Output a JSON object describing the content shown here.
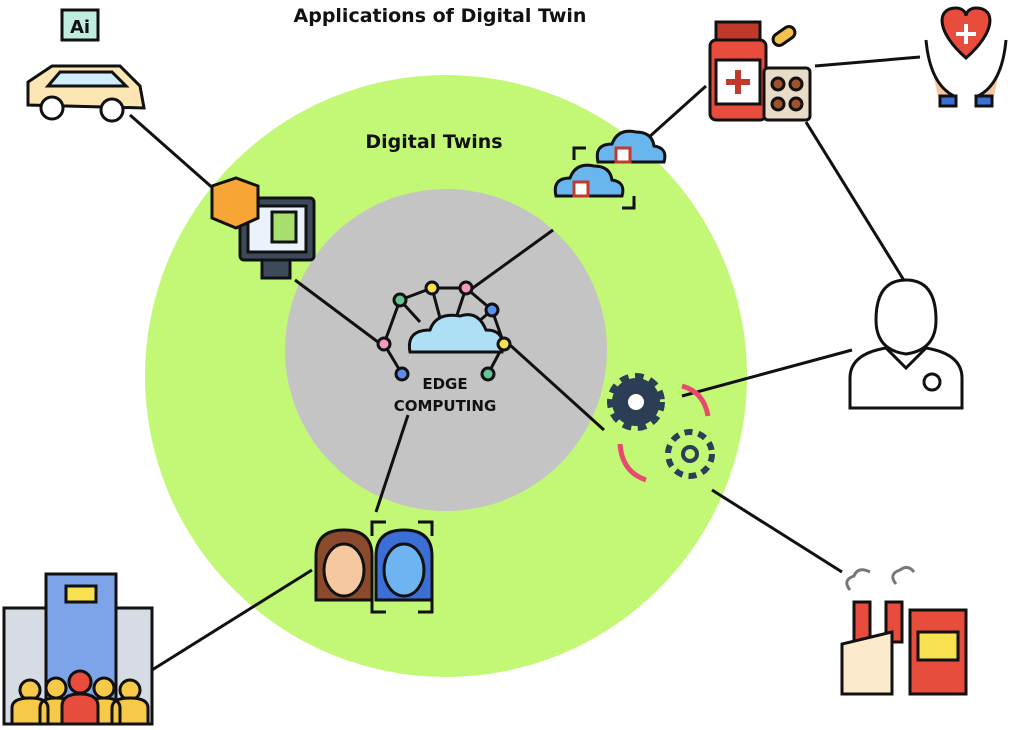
{
  "title": "Applications of Digital Twin",
  "ring_label": "Digital Twins",
  "center_label_line1": "EDGE",
  "center_label_line2": "COMPUTING",
  "car_badge": "Ai",
  "colors": {
    "outer_ring": "#c3f776",
    "inner_circle": "#c4c4c4",
    "line": "#111111"
  },
  "icons": [
    "ai-car-icon",
    "3d-monitor-icon",
    "cloud-sync-icon",
    "medicine-icon",
    "healthcare-hands-icon",
    "doctor-icon",
    "gear-cycle-icon",
    "factory-icon",
    "face-scan-icon",
    "smart-city-icon",
    "edge-cloud-network-icon"
  ]
}
